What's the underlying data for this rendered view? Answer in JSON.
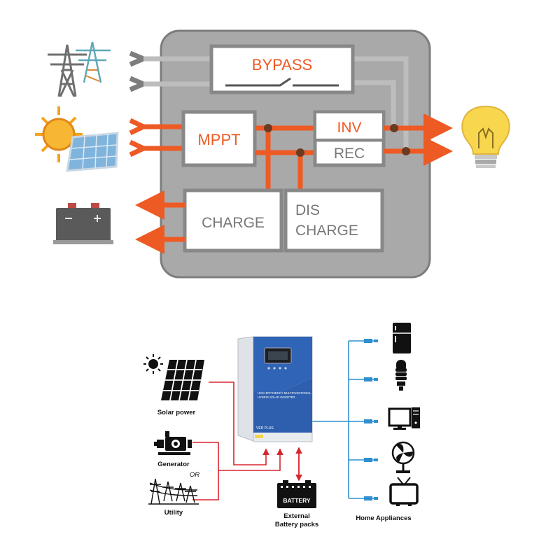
{
  "block_diagram": {
    "bypass": "BYPASS",
    "mppt": "MPPT",
    "inv": "INV",
    "rec": "REC",
    "charge": "CHARGE",
    "discharge_line1": "DIS",
    "discharge_line2": "CHARGE"
  },
  "wiring": {
    "solar_label": "Solar power",
    "generator_label": "Generator",
    "or_label": "OR",
    "utility_label": "Utility",
    "battery_device_label": "BATTERY",
    "battery_caption_line1": "External",
    "battery_caption_line2": "Battery packs",
    "appliances_label": "Home Appliances",
    "inverter_panel_line1": "HIGH EFFICIENCY MULTIFUNCTIONAL",
    "inverter_panel_line2": "HYBRID SOLAR INVERTER",
    "inverter_model": "VER PLUS"
  },
  "colors": {
    "frame_gray": "#a7a7a7",
    "flow_orange": "#ee5a24",
    "bypass_text": "#ee5a24",
    "ac_red": "#d7262e",
    "load_blue": "#2f8fcf",
    "inverter_blue": "#2f64b6"
  }
}
